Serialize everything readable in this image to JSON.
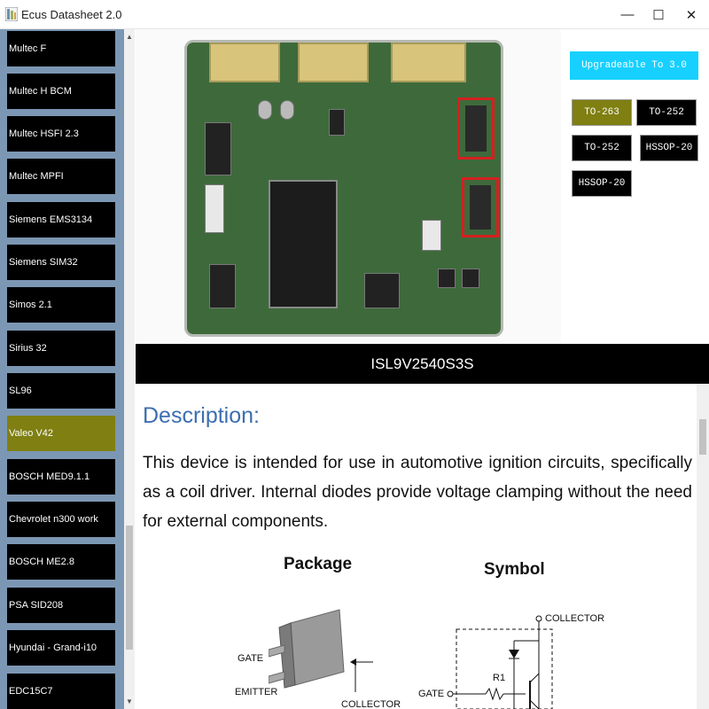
{
  "window": {
    "title": "Ecus Datasheet 2.0",
    "minimize_glyph": "—",
    "maximize_glyph": "☐",
    "close_glyph": "✕"
  },
  "sidebar": {
    "items": [
      {
        "label": "Multec F"
      },
      {
        "label": "Multec H BCM"
      },
      {
        "label": "Multec HSFI 2.3"
      },
      {
        "label": "Multec MPFI"
      },
      {
        "label": "Siemens EMS3134"
      },
      {
        "label": "Siemens SIM32"
      },
      {
        "label": "Simos 2.1"
      },
      {
        "label": "Sirius 32"
      },
      {
        "label": "SL96"
      },
      {
        "label": "Valeo V42"
      },
      {
        "label": "BOSCH MED9.1.1"
      },
      {
        "label": "Chevrolet n300 work"
      },
      {
        "label": "BOSCH ME2.8"
      },
      {
        "label": "PSA SID208"
      },
      {
        "label": "Hyundai - Grand-i10"
      },
      {
        "label": "EDC15C7"
      }
    ],
    "active_index": 9
  },
  "packages": {
    "upgrade_label": "Upgradeable To 3.0",
    "buttons": [
      {
        "label": "TO-263"
      },
      {
        "label": "TO-252"
      },
      {
        "label": "TO-252"
      },
      {
        "label": "HSSOP-20"
      },
      {
        "label": "HSSOP-20"
      }
    ]
  },
  "part": {
    "name": "ISL9V2540S3S"
  },
  "description": {
    "heading": "Description:",
    "text": "This device is intended for use in automotive ignition circuits, specifically as a coil driver. Internal diodes provide voltage clamping without the need for external components."
  },
  "figures": {
    "package_title": "Package",
    "symbol_title": "Symbol",
    "package_labels": {
      "gate": "GATE",
      "emitter": "EMITTER",
      "collector": "COLLECTOR"
    },
    "symbol_labels": {
      "collector": "COLLECTOR",
      "gate": "GATE",
      "r1": "R1"
    }
  },
  "colors": {
    "sidebar_bg": "#7c97b4",
    "active_item": "#7f7f12",
    "upgrade_button": "#17d0ff",
    "heading_blue": "#3d6fb0",
    "highlight_red": "#d42020"
  },
  "icons": {
    "app": "datasheet-app-icon",
    "scroll_up": "scroll-up-arrow-icon",
    "scroll_down": "scroll-down-arrow-icon"
  }
}
